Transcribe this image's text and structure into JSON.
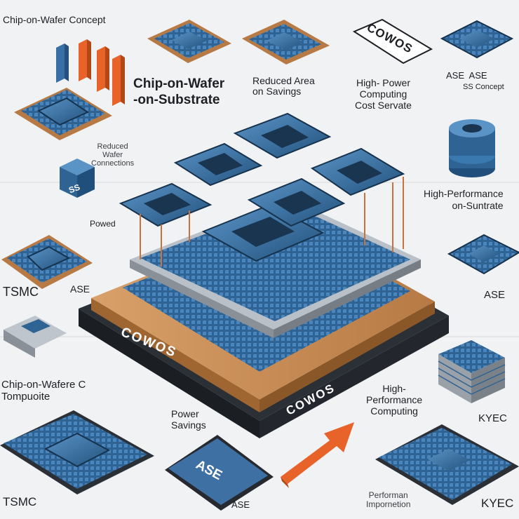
{
  "labels": {
    "chip_on_wafer_concept": "Chip-on-Wafer Concept",
    "chip_on_wafer_on_substrate": "Chip-on-Wafer\n-on-Substrate",
    "reduced_area": "Reduced Area\non Savings",
    "high_power_computing": "High- Power\nComputing\nCost Servate",
    "cowos_badge": "COWOS",
    "ase_top": "ASE  ASE",
    "ase_concept": "SS Concept",
    "reduced_wafer": "Reduced\nWafer\nConnections",
    "high_performance_substrate": "High-Performance\non-Suntrate",
    "powed": "Powed",
    "tsmc_left": "TSMC",
    "ase_left": "ASE",
    "ase_right": "ASE",
    "cowos_main": "COWOS",
    "cowos_side": "COWOS",
    "chip_on_wafer_composite": "Chip-on-Wafere C\nTompuoite",
    "power_savings": "Power\nSavings",
    "ase_chip": "ASE",
    "ase_bottom": "ASE",
    "high_performance_computing": "High-\nPerformance\nComputing",
    "kyec_top": "KYEC",
    "kyec_bottom": "KYEC",
    "tsmc_bottom": "TSMC",
    "performance_improvement": "Performan\nImpornetion",
    "ss_cube": "SS"
  },
  "colors": {
    "blue_dark": "#1f4f7a",
    "blue_mid": "#3a78b0",
    "blue_light": "#7fb0d8",
    "wood": "#c98d55",
    "orange": "#e8632a",
    "dark_base": "#2b2f36"
  },
  "icons": [
    "chip-icon",
    "arrow-up-icon",
    "cube-icon",
    "bar-chart-icon",
    "stack-icon"
  ]
}
